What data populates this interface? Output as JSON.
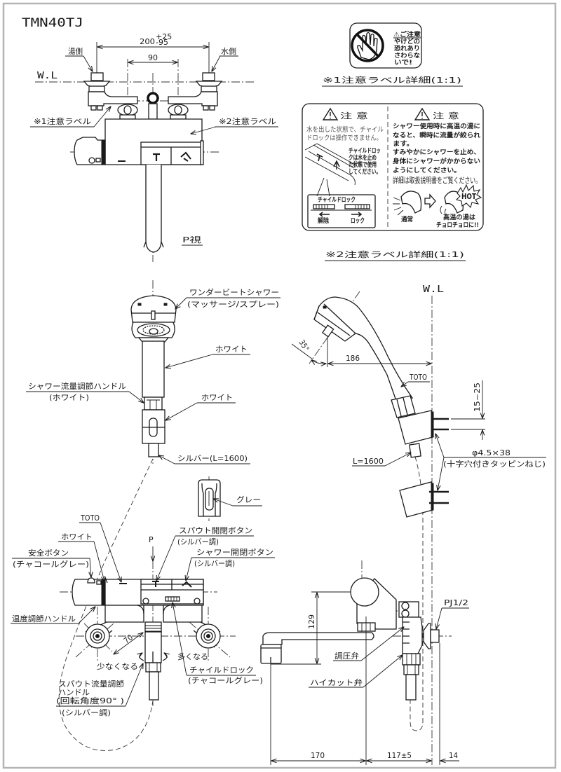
{
  "title": "TMN40TJ",
  "top_view": {
    "dim_width": "200",
    "dim_width_tol_plus": "+25",
    "dim_width_tol_minus": "-95",
    "dim_pitch": "90",
    "hot_side": "湯側",
    "cold_side": "水側",
    "water_level": "W.L",
    "caution_label_1": "※1注意ラベル",
    "caution_label_2": "※2注意ラベル",
    "view_marker": "P視"
  },
  "label_1": {
    "heading": "⚠ご注意",
    "lines": [
      "やけどの",
      "恐れあり",
      "さわらな",
      "いで!"
    ],
    "caption": "※1注意ラベル詳細(1:1)"
  },
  "label_2": {
    "left": {
      "heading": "注 意",
      "lines": [
        "水を出した状態で、チャイル",
        "ドロックは操作できません。"
      ],
      "note": [
        "チャイルドロッ",
        "クは水を止め",
        "た状態で使用",
        "してください。"
      ],
      "lock_box_title": "チャイルドロック",
      "release": "解除",
      "lock": "ロック"
    },
    "right": {
      "heading": "注 意",
      "lines": [
        "シャワー使用時に高温の湯に",
        "なると、瞬時に流量が絞られ",
        "ます。",
        "すみやかにシャワーを止め、",
        "身体にシャワーがかからない",
        "ようにしてください。"
      ],
      "detail_note": "詳細は取扱説明書をご覧ください。",
      "normal": "通常",
      "hot_badge": "HOT",
      "hot_note": [
        "高温の湯は",
        "チョロチョロに!!"
      ]
    },
    "caption": "※2注意ラベル詳細(1:1)"
  },
  "handshower": {
    "head_label": "ワンダービートシャワー",
    "head_label_sub": "(マッサージ/スプレー)",
    "handle_color": "ホワイト",
    "flow_handle": "シャワー流量調節ハンドル",
    "flow_handle_color": "(ホワイト)",
    "holder_color": "ホワイト",
    "hose": "シルバー(L=1600)"
  },
  "grey_part": {
    "label": "グレー"
  },
  "front_view": {
    "brand": "TOTO",
    "white": "ホワイト",
    "safety_button": "安全ボタン",
    "safety_button_color": "(チャコールグレー)",
    "view_arrow": "P",
    "spout_button": "スパウト開閉ボタン",
    "spout_button_color": "(シルバー調)",
    "shower_button": "シャワー開閉ボタン",
    "shower_button_color": "(シルバー調)",
    "temp_handle": "温度調節ハンドル",
    "dim_eccentric": "70",
    "less": "少なくなる",
    "more": "多くなる",
    "child_lock": "チャイルドロック",
    "child_lock_color": "(チャコールグレー)",
    "spout_flow_handle": [
      "スパウト流量調節",
      "ハンドル",
      "(回転角度90° )"
    ],
    "spout_flow_handle_color": "(シルバー調)"
  },
  "side_view": {
    "water_level": "W.L",
    "angle": "35°",
    "dim_reach": "186",
    "brand": "TOTO",
    "hose_length": "L=1600",
    "dim_screw_gap": "15~25",
    "screw_spec": "φ4.5×38",
    "screw_type": "(十字穴付きタッピンねじ)",
    "dim_height": "129",
    "connection": "PJ1/2",
    "pressure_valve": "調圧弁",
    "high_cut_valve": "ハイカット弁",
    "dim_spout": "170",
    "dim_wall": "117±5",
    "dim_flange": "14"
  }
}
